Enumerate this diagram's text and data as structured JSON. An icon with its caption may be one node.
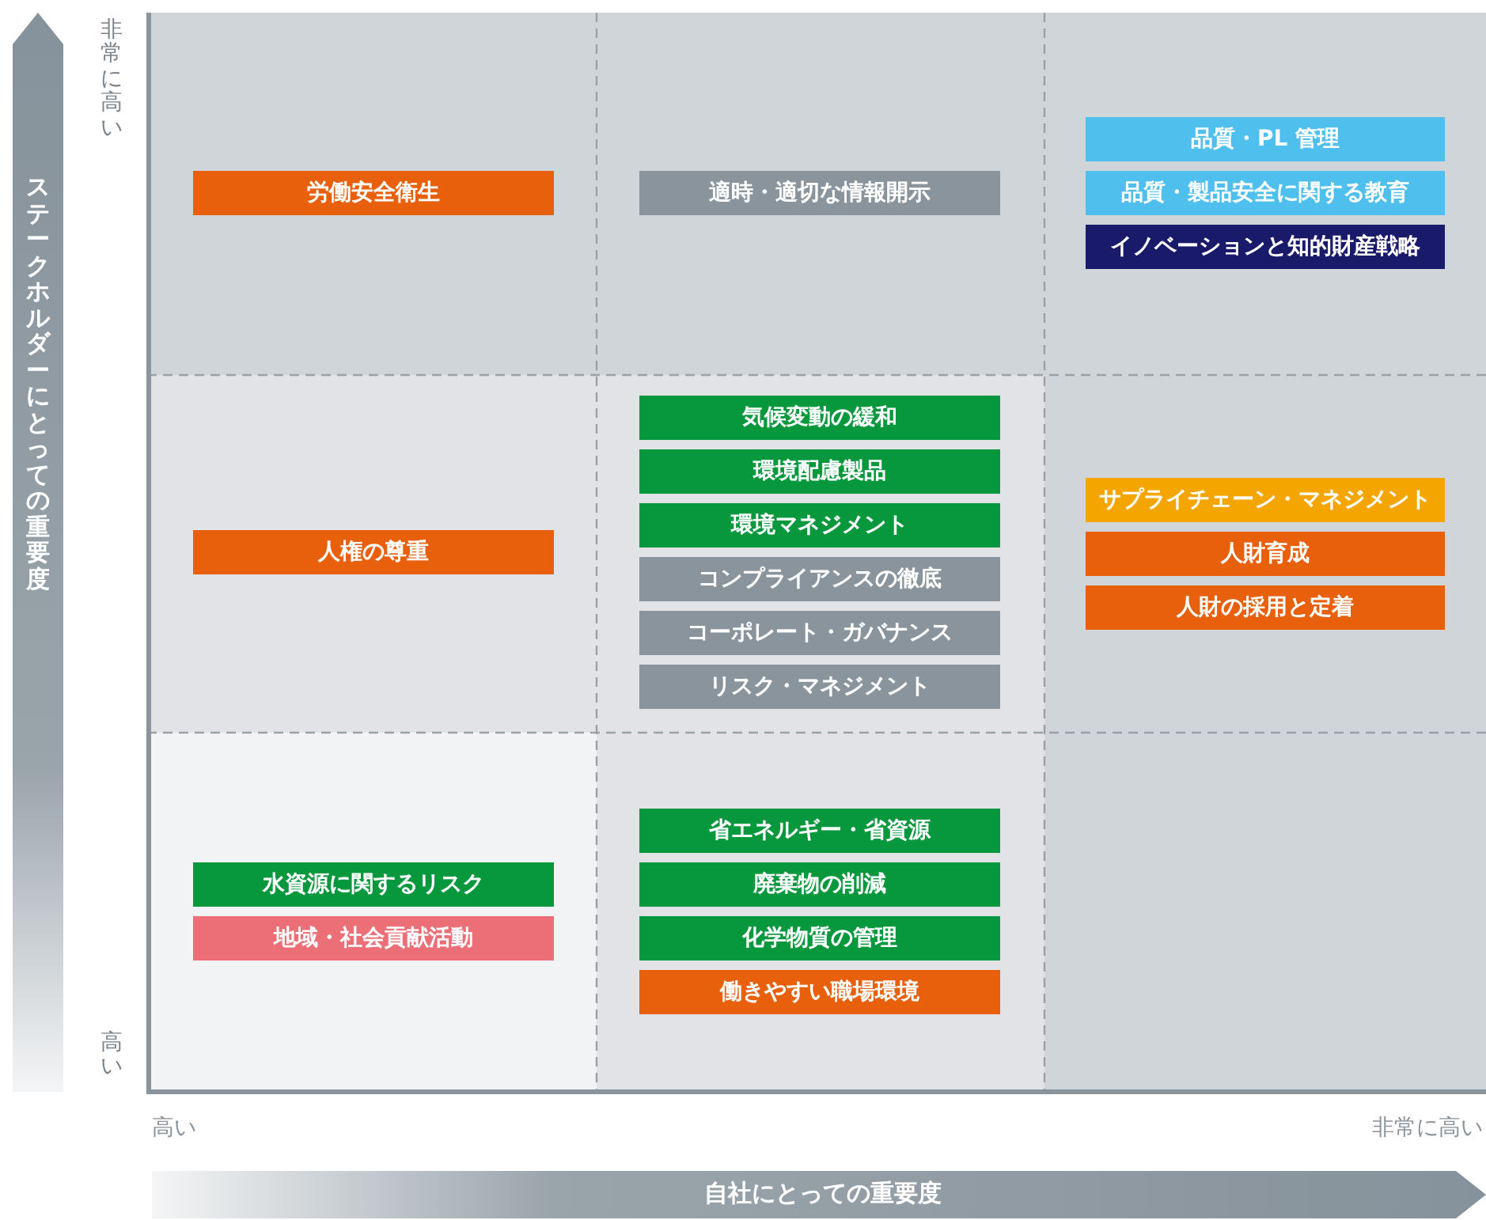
{
  "diagram": {
    "nodes": [
      {
        "text": [
          "労働安全衛生"
        ]
      },
      {
        "text": [
          "適時・適切な情報開示"
        ]
      },
      {
        "text": [
          "品質・PL 管理"
        ]
      },
      {
        "text": [
          "品質・製品安全に関する教育"
        ]
      },
      {
        "text": [
          "イノベーションと知的財産戦略"
        ]
      },
      {
        "text": [
          "人権の尊重"
        ]
      },
      {
        "text": [
          "気候変動の緩和"
        ]
      },
      {
        "text": [
          "環境配慮製品"
        ]
      },
      {
        "text": [
          "環境マネジメント"
        ]
      },
      {
        "text": [
          "コンプライアンスの徹底"
        ]
      },
      {
        "text": [
          "コーポレート・ガバナンス"
        ]
      },
      {
        "text": [
          "リスク・マネジメント"
        ]
      },
      {
        "text": [
          "サプライチェーン・マネジメント"
        ]
      },
      {
        "text": [
          "人財育成"
        ]
      },
      {
        "text": [
          "人財の採用と定着"
        ]
      },
      {
        "text": [
          "水資源に関するリスク"
        ]
      },
      {
        "text": [
          "地域・社会貢献活動"
        ]
      },
      {
        "text": [
          "省エネルギー・省資源"
        ]
      },
      {
        "text": [
          "廃棄物の削減"
        ]
      },
      {
        "text": [
          "化学物質の管理"
        ]
      },
      {
        "text": [
          "働きやすい職場環境"
        ]
      }
    ],
    "labels": [
      "非常に高い",
      "ステークホルダーにとっての重要度",
      "高い",
      "高い",
      "非常に高い",
      "自社にとっての重要度"
    ]
  }
}
